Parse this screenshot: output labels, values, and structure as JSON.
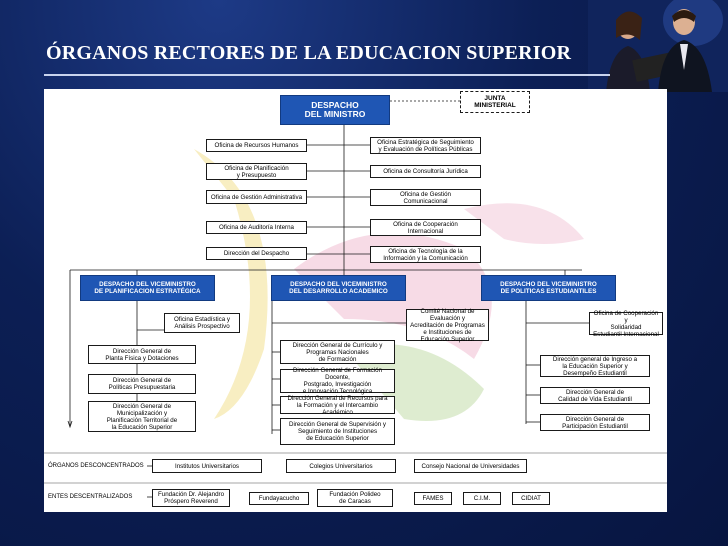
{
  "slide": {
    "title": "ÓRGANOS RECTORES DE LA EDUCACION SUPERIOR"
  },
  "colors": {
    "background": "#0b1c4a",
    "accent_box": "#1f56b4",
    "panel": "#ffffff"
  },
  "org": {
    "top": "DESPACHO\nDEL MINISTRO",
    "junta": "JUNTA\nMINISTERIAL",
    "left_offices": [
      "Oficina de Recursos Humanos",
      "Oficina de Planificación\ny Presupuesto",
      "Oficina de Gestión Administrativa",
      "Oficina de Auditoría Interna",
      "Dirección del Despacho"
    ],
    "right_offices": [
      "Oficina Estratégica de Seguimiento\ny Evaluación de Políticas Públicas",
      "Oficina de Consultoría Jurídica",
      "Oficina de Gestión\nComunicacional",
      "Oficina de Cooperación\nInternacional",
      "Oficina de Tecnología de la\nInformación y la Comunicación"
    ],
    "vice1": {
      "title": "DESPACHO DEL VICEMINISTRO\nDE PLANIFICACION ESTRATÉGICA",
      "staff": "Oficina Estadística y\nAnálisis Prospectivo",
      "items": [
        "Dirección General de\nPlanta Física y Dotaciones",
        "Dirección General de\nPolíticas Presupuestaria",
        "Dirección General de\nMunicipalización y\nPlanificación Territorial de\nla Educación Superior"
      ]
    },
    "vice2": {
      "title": "DESPACHO DEL VICEMINISTRO\nDEL DESARROLLO ACADEMICO",
      "staff": "Comité Nacional de\nEvaluación y\nAcreditación de Programas\ne Instituciones de\nEducación Superior",
      "items": [
        "Dirección General de Currículo y\nProgramas Nacionales\nde Formación",
        "Dirección General de Formación Docente,\nPostgrado, Investigación\ne Innovación Tecnológica",
        "Dirección General de Recursos para\nla Formación y el Intercambio Académico",
        "Dirección General de Supervisión y\nSeguimiento de Instituciones\nde Educación Superior"
      ]
    },
    "vice3": {
      "title": "DESPACHO DEL VICEMINISTRO\nDE POLITICAS ESTUDIANTILES",
      "staff": "Oficina de Cooperación y\nSolidaridad\nEstudiantil Internacional",
      "items": [
        "Dirección general de Ingreso a\nla Educación Superior y\nDesempeño Estudiantil",
        "Dirección General de\nCalidad de Vida Estudiantil",
        "Dirección General de\nParticipación Estudiantil"
      ]
    },
    "desconcentrados": {
      "label": "ÓRGANOS DESCONCENTRADOS",
      "items": [
        "Institutos Universitarios",
        "Colegios Universitarios",
        "Consejo Nacional de Universidades"
      ]
    },
    "descentralizados": {
      "label": "ENTES DESCENTRALIZADOS",
      "items": [
        "Fundación Dr. Alejandro\nPróspero Reverend",
        "Fundayacucho",
        "Fundación Polideo\nde Caracas",
        "FAMES",
        "C.I.M.",
        "CIDIAT"
      ]
    }
  }
}
